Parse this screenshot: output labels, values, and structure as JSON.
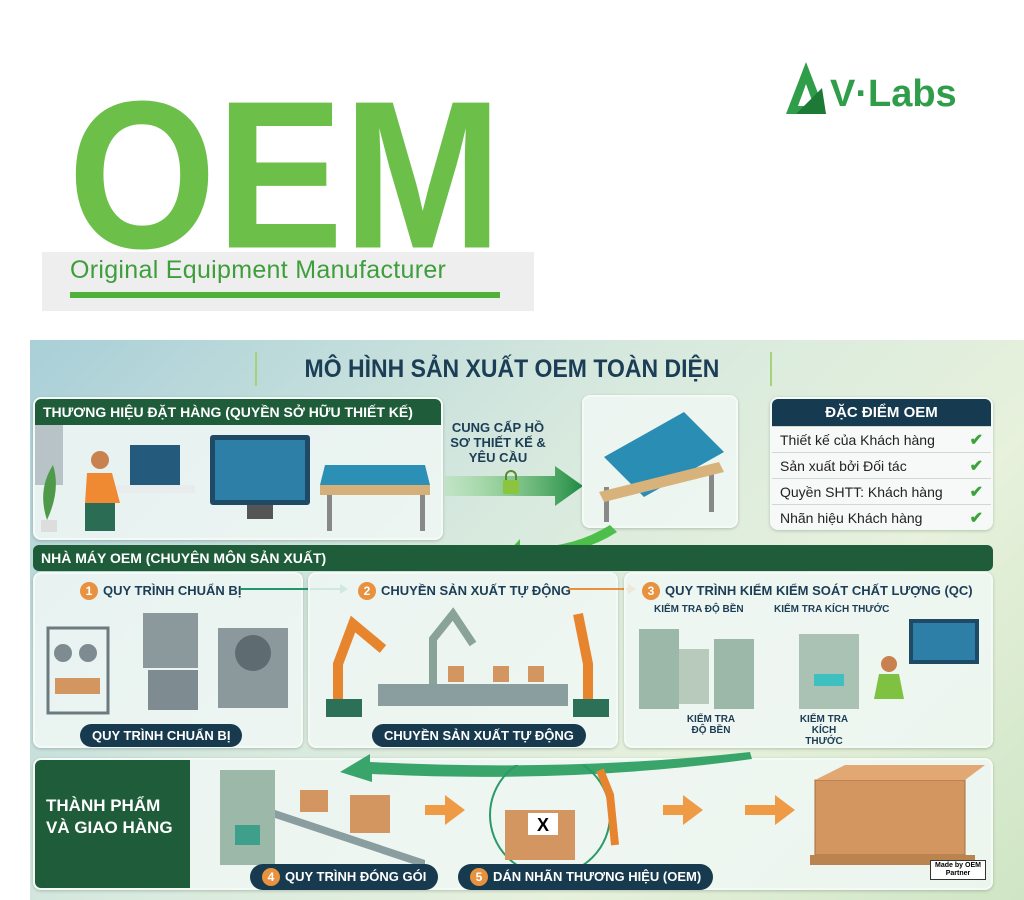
{
  "header": {
    "big_title": "OEM",
    "subtitle": "Original Equipment Manufacturer",
    "logo_text": "V·Labs",
    "brand_color": "#6cc04a"
  },
  "infographic": {
    "title": "MÔ HÌNH SẢN XUẤT OEM TOÀN DIỆN",
    "brand_section": {
      "header": "THƯƠNG HIỆU ĐẶT HÀNG (QUYỀN SỞ HỮU THIẾT KẾ)",
      "arrow_label": "CUNG CẤP HỒ SƠ THIẾT KẾ & YÊU CẦU",
      "arrow_icon": "lock-icon"
    },
    "features": {
      "header": "ĐẶC ĐIỂM OEM",
      "items": [
        {
          "label": "Thiết kế của Khách hàng",
          "checked": true
        },
        {
          "label": "Sản xuất bởi Đối tác",
          "checked": true
        },
        {
          "label": "Quyền SHTT: Khách hàng",
          "checked": true
        },
        {
          "label": "Nhãn hiệu Khách hàng",
          "checked": true
        }
      ]
    },
    "factory": {
      "header": "NHÀ MÁY OEM (CHUYÊN MÔN SẢN XUẤT)",
      "steps": [
        {
          "num": "1",
          "title": "QUY TRÌNH CHUẨN BỊ",
          "caption": "QUY TRÌNH CHUẨN BỊ"
        },
        {
          "num": "2",
          "title": "CHUYỀN SẢN XUẤT TỰ ĐỘNG",
          "caption": "CHUYỀN SẢN XUẤT TỰ ĐỘNG"
        },
        {
          "num": "3",
          "title": "QUY TRÌNH KIỂM KIỂM SOÁT CHẤT LƯỢNG (QC)",
          "labels": [
            "KIỂM TRA ĐỘ BỀN",
            "KIỂM TRA KÍCH THƯỚC",
            "KIỂM TRA ĐỘ BỀN",
            "KIỂM TRA KÍCH THƯỚC"
          ]
        }
      ]
    },
    "delivery": {
      "header": "THÀNH PHẨM VÀ GIAO HÀNG",
      "steps": [
        {
          "num": "4",
          "title": "QUY TRÌNH ĐÓNG GÓI"
        },
        {
          "num": "5",
          "title": "DÁN NHÃN THƯƠNG HIỆU (OEM)"
        }
      ],
      "box_mark": "X",
      "stamp": "Made by OEM Partner"
    }
  }
}
